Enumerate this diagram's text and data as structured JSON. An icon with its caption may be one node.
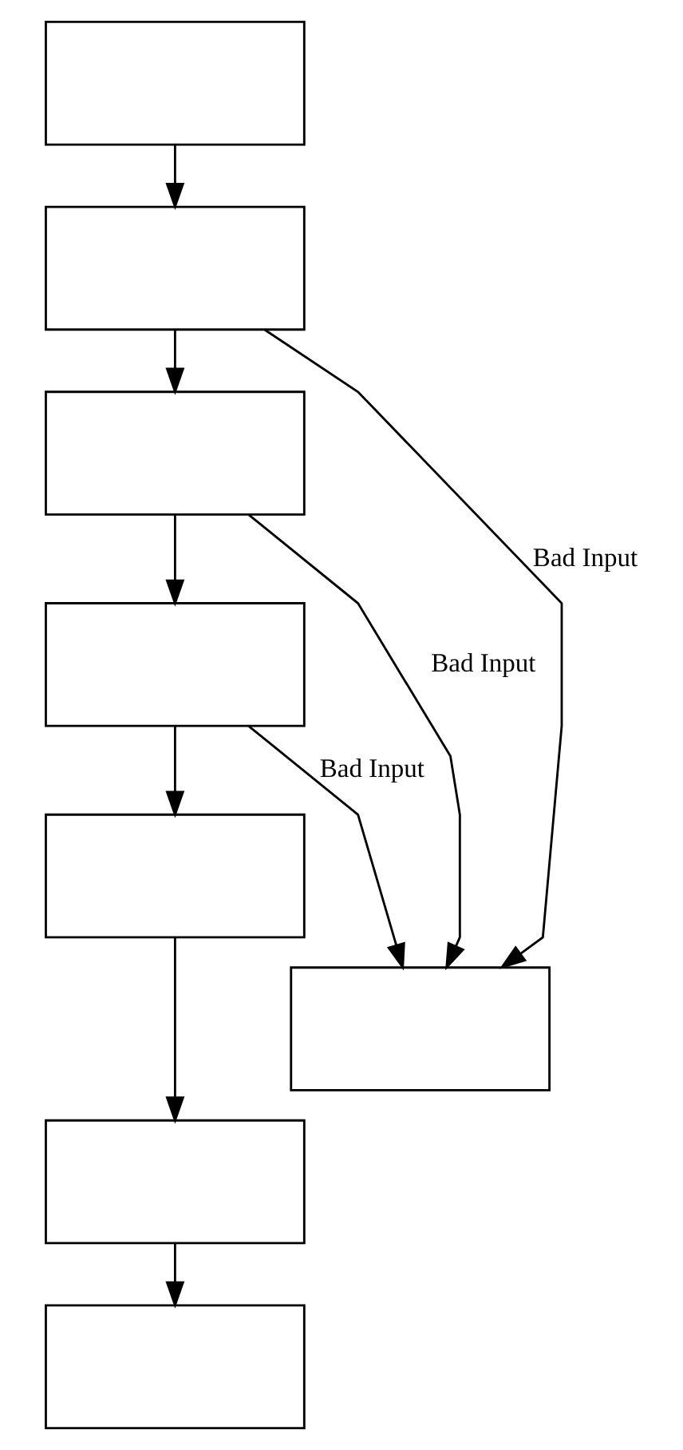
{
  "diagram": {
    "nodes": [
      {
        "text": [],
        "shape": "box"
      },
      {
        "text": [],
        "shape": "box"
      },
      {
        "text": [],
        "shape": "box"
      },
      {
        "text": [],
        "shape": "box"
      },
      {
        "text": [],
        "shape": "box"
      },
      {
        "text": [],
        "shape": "box"
      },
      {
        "text": [],
        "shape": "box"
      },
      {
        "text": [],
        "shape": "box"
      }
    ],
    "edges": [
      {
        "from": 0,
        "to": 1,
        "arrow": "to"
      },
      {
        "from": 1,
        "to": 2,
        "arrow": "to"
      },
      {
        "from": 2,
        "to": 3,
        "arrow": "to"
      },
      {
        "from": 3,
        "to": 4,
        "arrow": "to"
      },
      {
        "from": 4,
        "to": 6,
        "arrow": "to"
      },
      {
        "from": 6,
        "to": 7,
        "arrow": "to"
      },
      {
        "from": 1,
        "to": 5,
        "arrow": "to",
        "label": "Bad Input"
      },
      {
        "from": 2,
        "to": 5,
        "arrow": "to",
        "label": "Bad Input"
      },
      {
        "from": 3,
        "to": 5,
        "arrow": "to",
        "label": "Bad Input"
      }
    ]
  }
}
